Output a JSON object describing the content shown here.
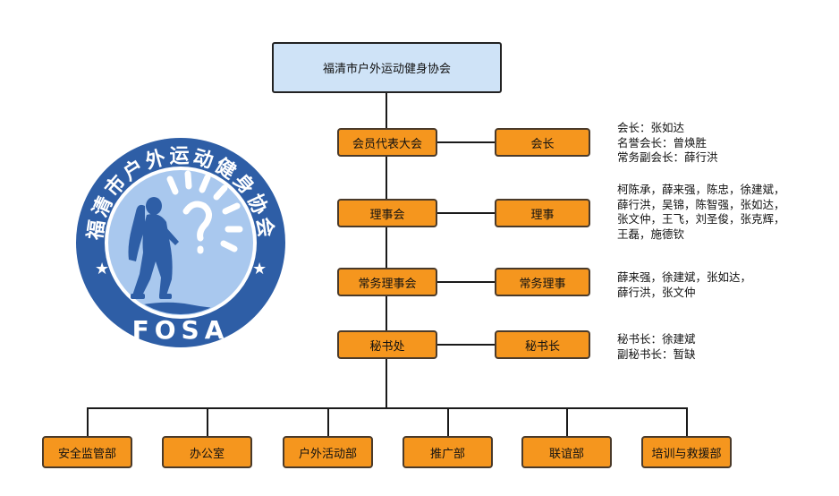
{
  "top": "福清市户外运动健身协会",
  "rows": [
    {
      "left": "会员代表大会",
      "right": "会长",
      "note": [
        "会长：张如达",
        "名誉会长：曾焕胜",
        "常务副会长：薛行洪"
      ]
    },
    {
      "left": "理事会",
      "right": "理事",
      "note": [
        "柯陈承，薛来强，陈忠，徐建斌，",
        "薛行洪，吴锦，陈智强，张如达，",
        "张文仲，王飞，刘圣俊，张克辉，",
        "王磊，施德钦"
      ]
    },
    {
      "left": "常务理事会",
      "right": "常务理事",
      "note": [
        "薛来强，徐建斌，张如达，",
        "薛行洪，张文仲"
      ]
    },
    {
      "left": "秘书处",
      "right": "秘书长",
      "note": [
        "秘书长：徐建斌",
        "副秘书长：暂缺"
      ]
    }
  ],
  "departments": [
    "安全监管部",
    "办公室",
    "户外活动部",
    "推广部",
    "联谊部",
    "培训与救援部"
  ],
  "logo": {
    "ring_text": "福清市户外运动健身协会",
    "abbr": "FOSA",
    "star": "★"
  },
  "colors": {
    "box": "#f5961e",
    "top_box": "#cfe3f7",
    "logo_blue": "#2e5ea6",
    "logo_light": "#a9c8ee"
  }
}
